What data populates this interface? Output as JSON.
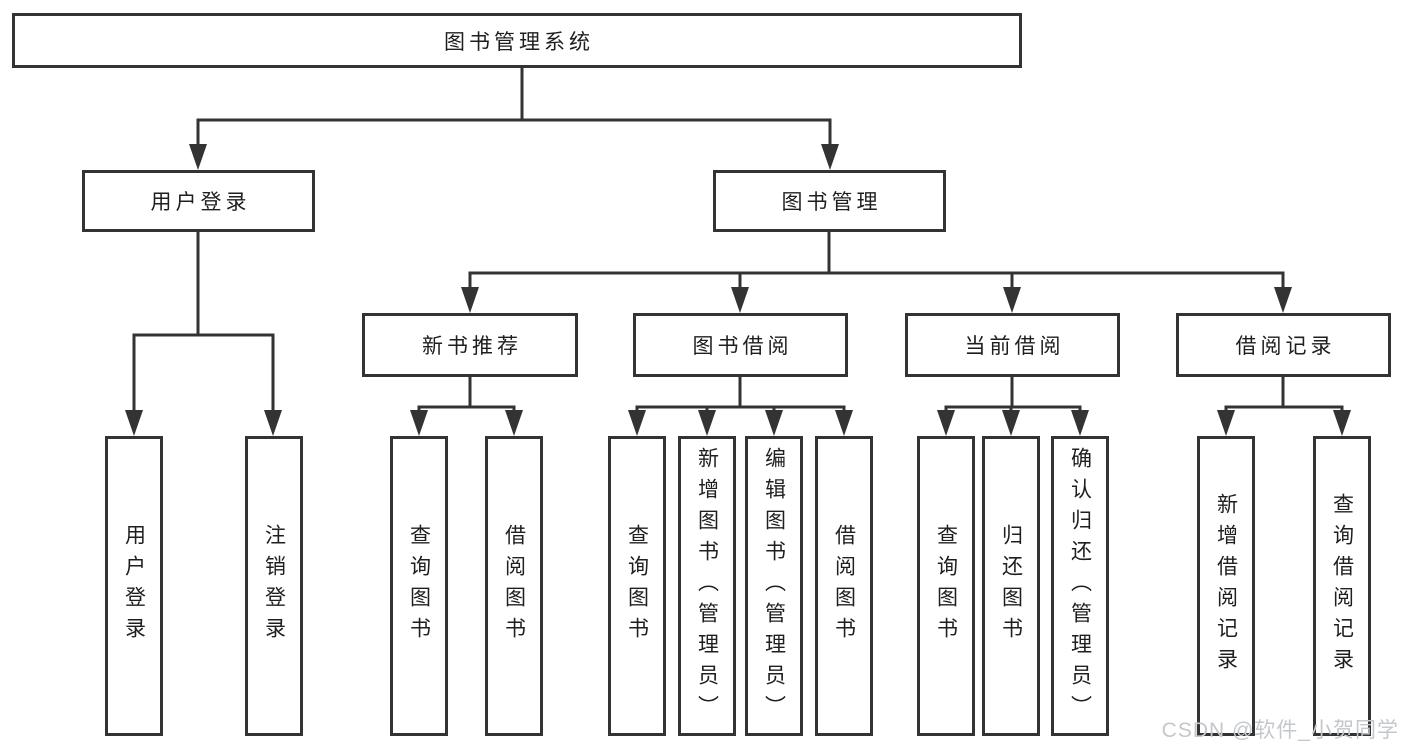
{
  "colors": {
    "line": "#333333",
    "box_border": "#333333",
    "text": "#1f1f1f",
    "background": "#ffffff",
    "watermark": "#c4c7cb"
  },
  "watermark": {
    "text": "CSDN @软件_小贺同学"
  },
  "tree": {
    "root": {
      "label": "图书管理系统"
    },
    "branches": [
      {
        "label": "用户登录",
        "leaves": [
          {
            "label": "用户登录"
          },
          {
            "label": "注销登录"
          }
        ]
      },
      {
        "label": "图书管理",
        "groups": [
          {
            "label": "新书推荐",
            "leaves": [
              {
                "label": "查询图书"
              },
              {
                "label": "借阅图书"
              }
            ]
          },
          {
            "label": "图书借阅",
            "leaves": [
              {
                "label": "查询图书"
              },
              {
                "label": "新增图书（管理员）"
              },
              {
                "label": "编辑图书（管理员）"
              },
              {
                "label": "借阅图书"
              }
            ]
          },
          {
            "label": "当前借阅",
            "leaves": [
              {
                "label": "查询图书"
              },
              {
                "label": "归还图书"
              },
              {
                "label": "确认归还（管理员）"
              }
            ]
          },
          {
            "label": "借阅记录",
            "leaves": [
              {
                "label": "新增借阅记录"
              },
              {
                "label": "查询借阅记录"
              }
            ]
          }
        ]
      }
    ]
  }
}
